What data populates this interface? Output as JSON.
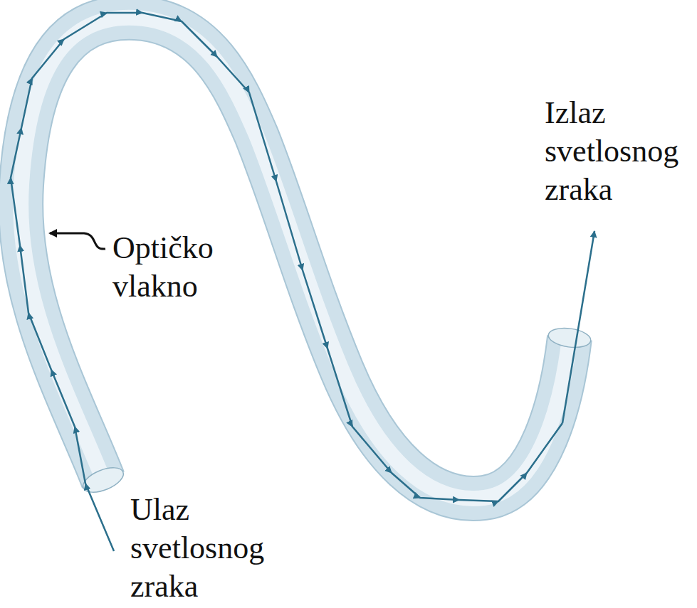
{
  "diagram": {
    "labels": [
      "Izlaz svetlosnog zraka",
      "Optičko vlakno",
      "Ulaz svetlosnog zraka"
    ]
  }
}
